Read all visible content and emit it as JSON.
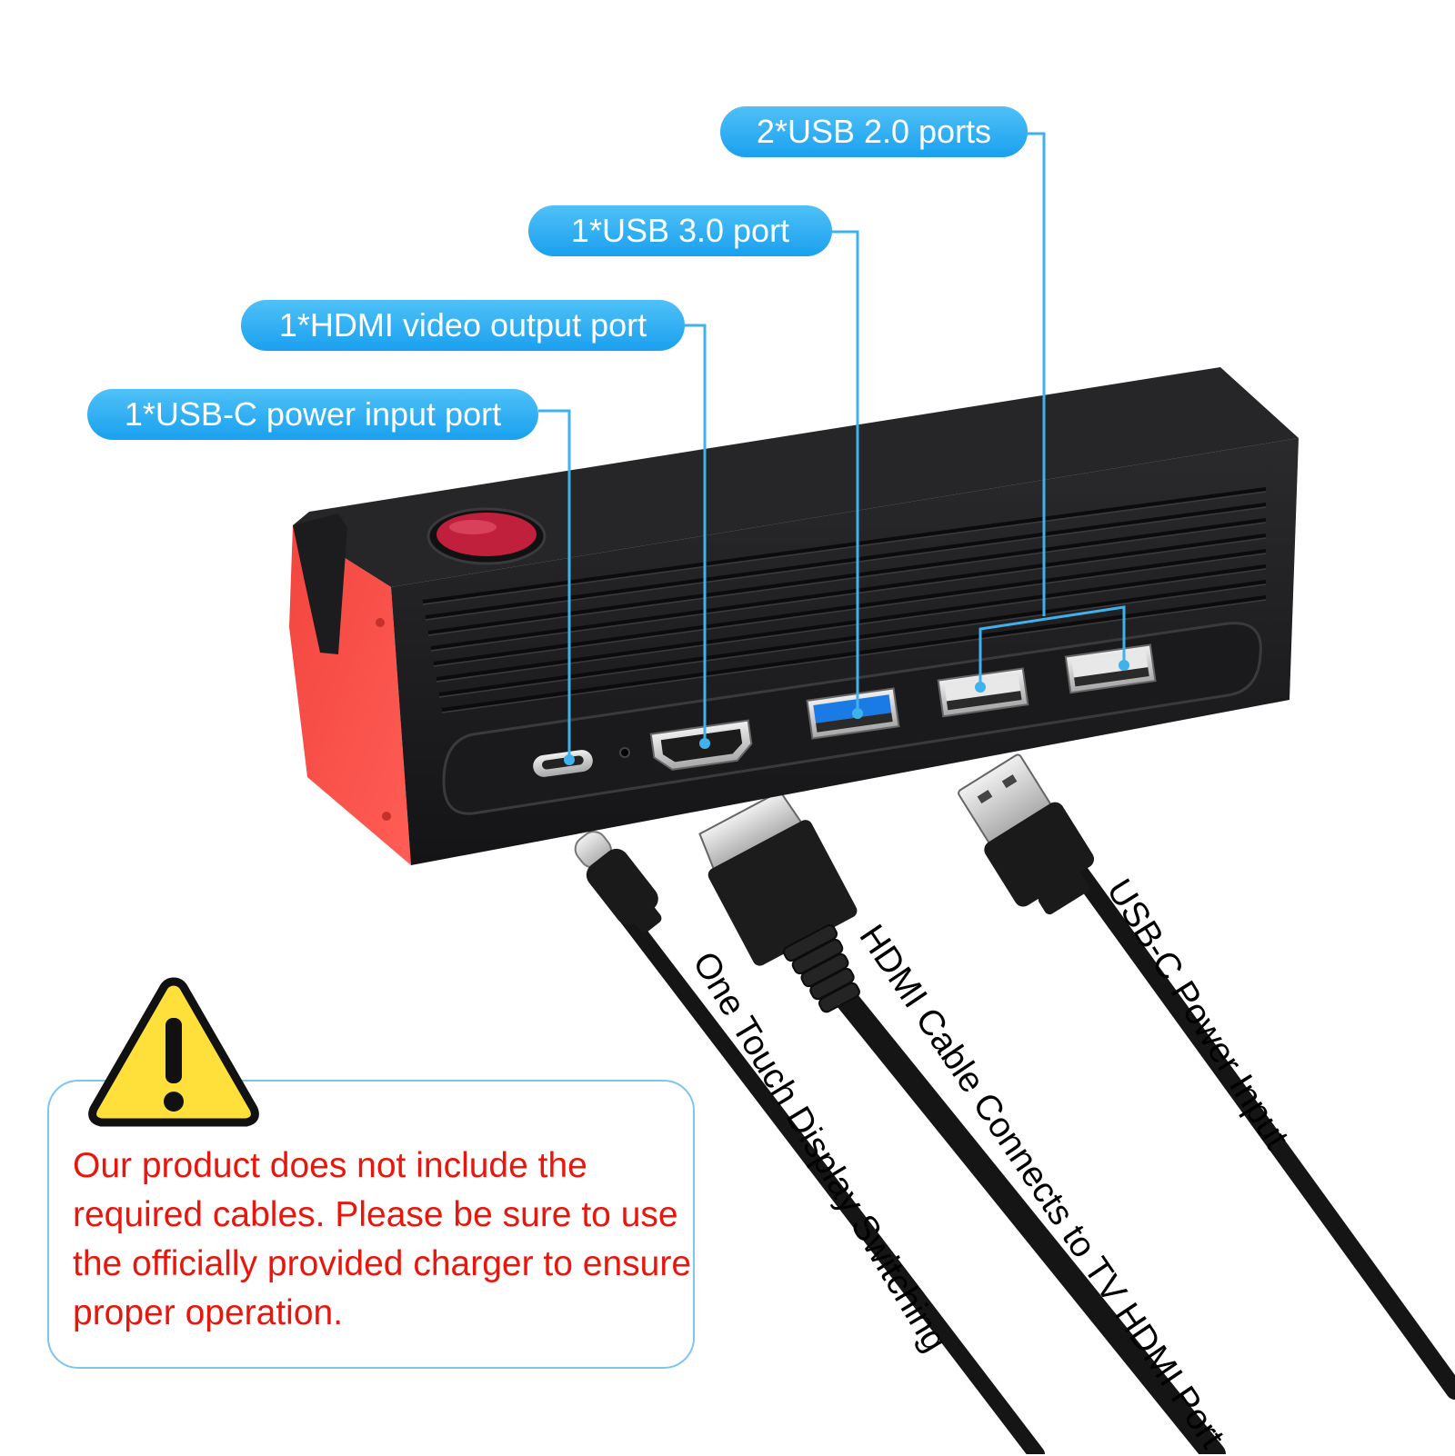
{
  "callouts": {
    "usb2": "2*USB 2.0 ports",
    "usb3": "1*USB 3.0 port",
    "hdmi": "1*HDMI video output port",
    "usbc": "1*USB-C power input port"
  },
  "cable_labels": {
    "one_touch": "One Touch Display Switching",
    "hdmi_cable": "HDMI Cable Connects to TV HDMI Port",
    "usbc_power": "USB-C Power Input"
  },
  "notice": {
    "text": "Our product does not include the required cables. Please be sure to use the officially provided charger to ensure proper operation."
  },
  "icons": {
    "warning": "warning-triangle-icon"
  },
  "colors": {
    "callout_blue": "#1aa0ef",
    "leader_line": "#3fb2ee",
    "dock_body": "#1b1b1d",
    "dock_accent_red": "#f0463f",
    "button_red": "#c0203c",
    "usb3_blue": "#1a7be6",
    "notice_red": "#e8170e",
    "warning_yellow": "#ffe03a"
  }
}
